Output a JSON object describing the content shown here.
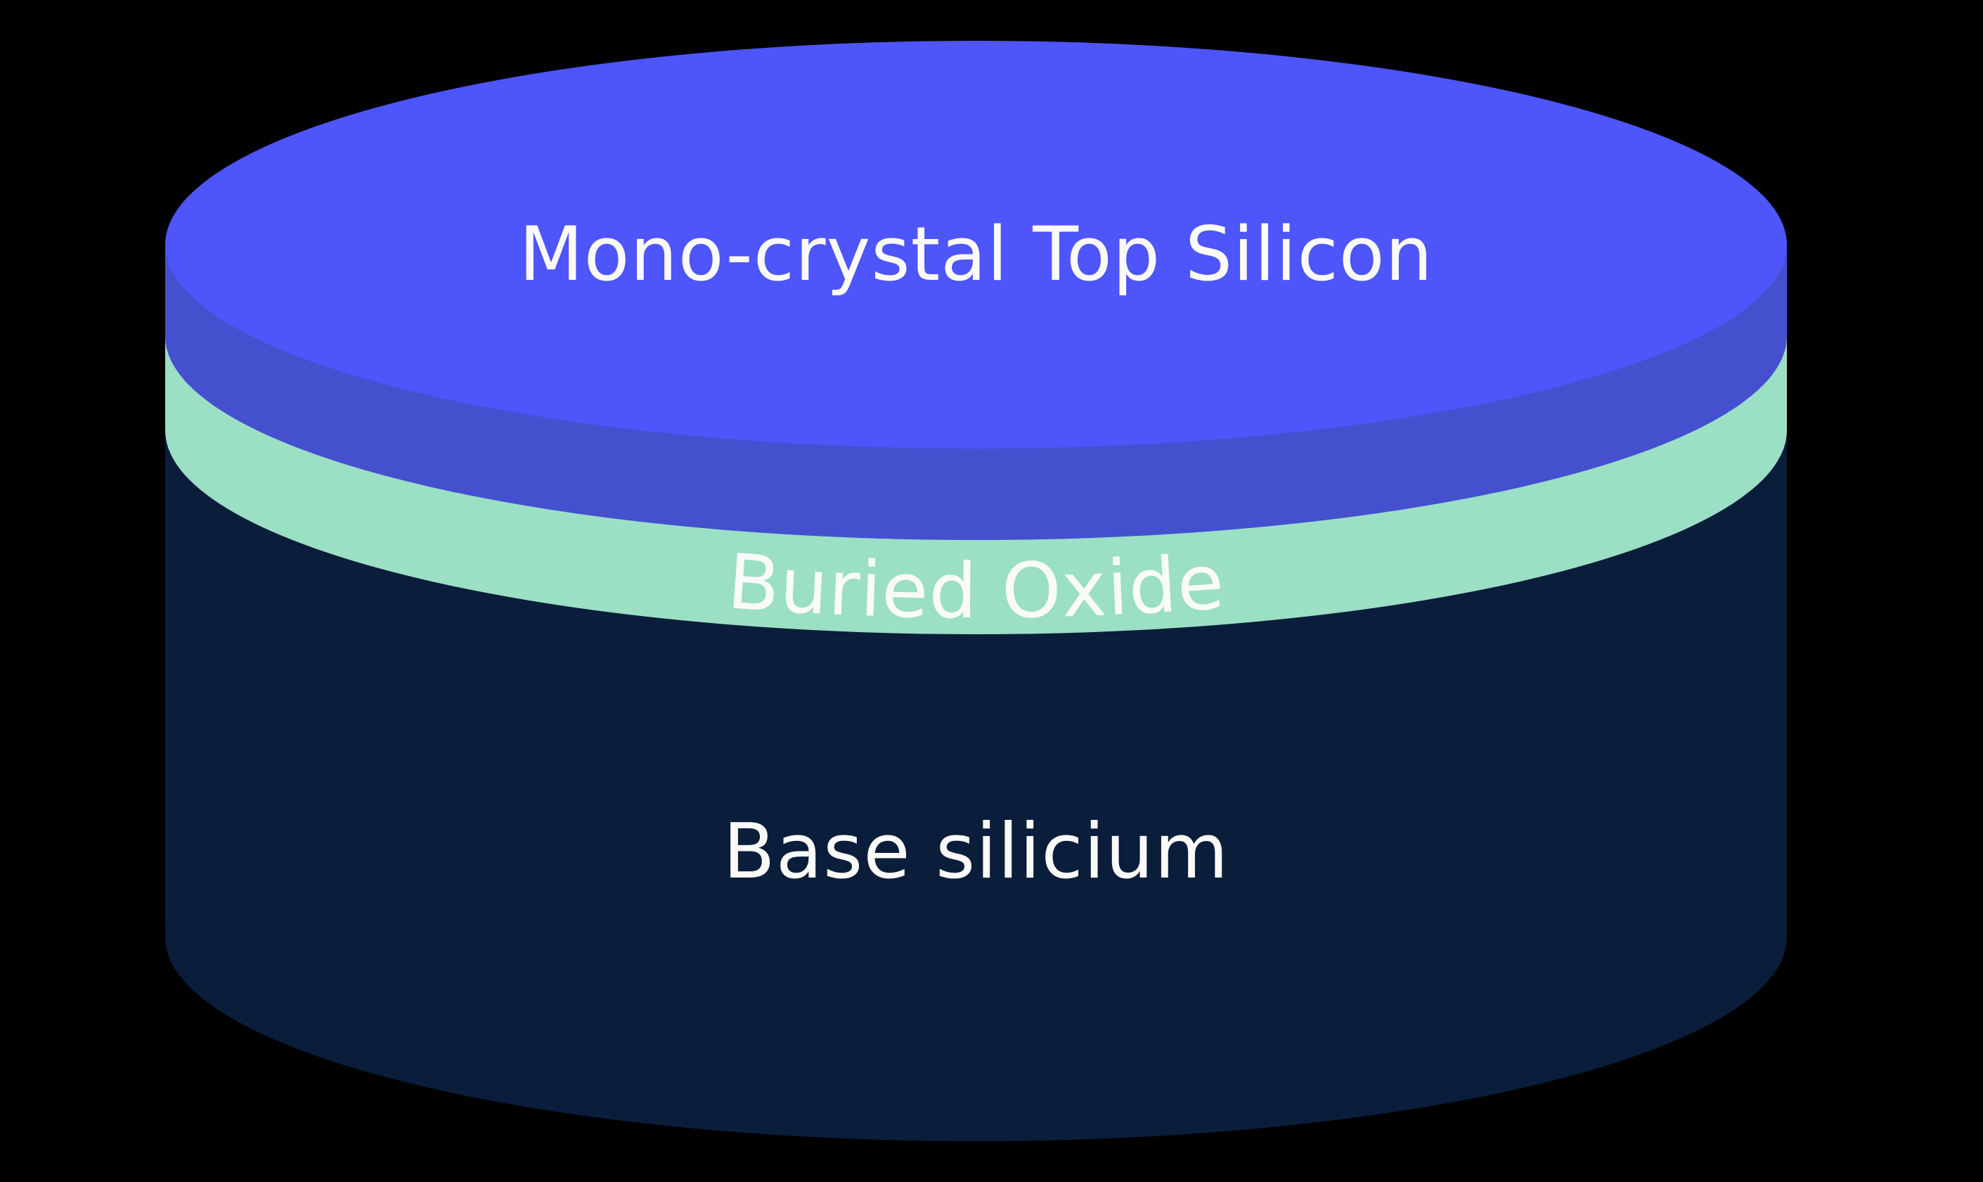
{
  "background_color": "#000000",
  "text_color": "#FAFBF8",
  "wafer": {
    "layers": [
      {
        "id": "top-silicon",
        "label": "Mono-crystal Top Silicon",
        "top_color": "#4E55FB",
        "side_color": "#4550CF"
      },
      {
        "id": "buried-oxide",
        "label": "Buried Oxide",
        "side_color": "#9BDFC5"
      },
      {
        "id": "base-silicon",
        "label": "Base silicium",
        "side_color": "#0A1D3A"
      }
    ]
  }
}
